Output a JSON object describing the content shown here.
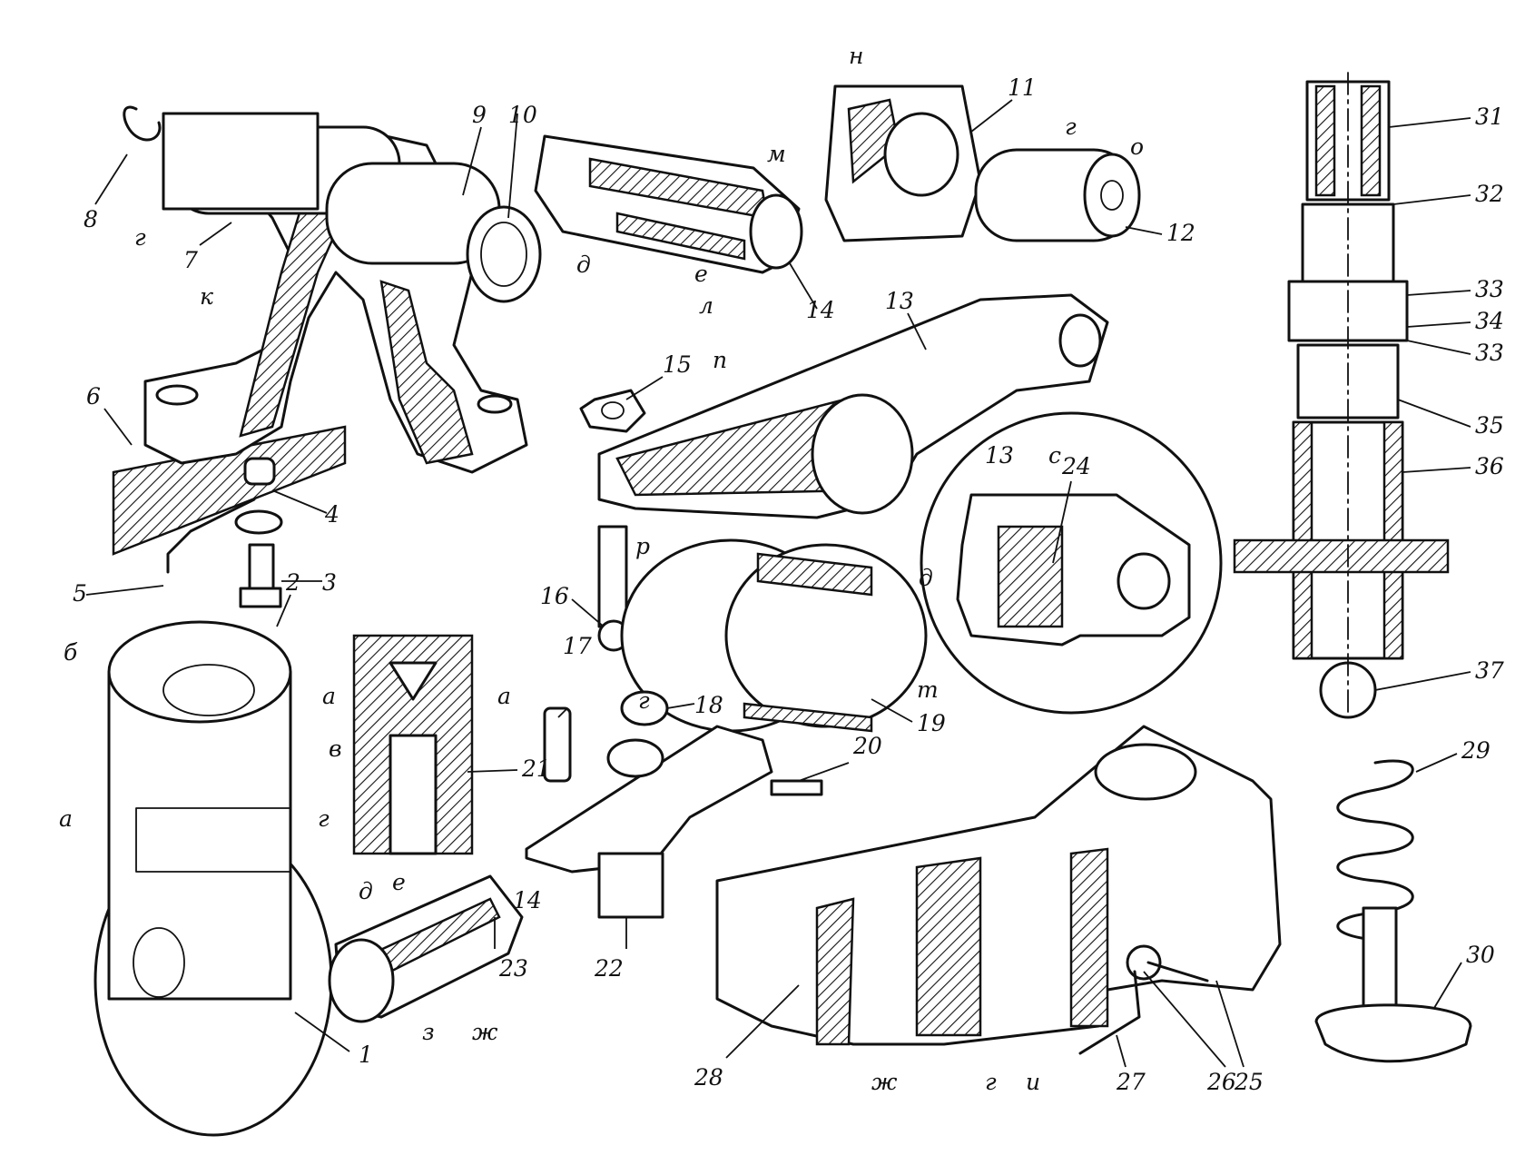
{
  "labels": {
    "n1": "1",
    "n2": "2",
    "n3": "3",
    "n4": "4",
    "n5": "5",
    "n6": "6",
    "n7": "7",
    "n8": "8",
    "n9": "9",
    "n10": "10",
    "n11": "11",
    "n12": "12",
    "n13": "13",
    "n13b": "13",
    "n14": "14",
    "n14b": "14",
    "n15": "15",
    "n16": "16",
    "n17": "17",
    "n18": "18",
    "n19": "19",
    "n20": "20",
    "n21": "21",
    "n22": "22",
    "n23": "23",
    "n24": "24",
    "n25": "25",
    "n26": "26",
    "n27": "27",
    "n28": "28",
    "n29": "29",
    "n30": "30",
    "n31": "31",
    "n32": "32",
    "n33": "33",
    "n33b": "33",
    "n34": "34",
    "n35": "35",
    "n36": "36",
    "n37": "37",
    "g_a": "г",
    "g_b": "г",
    "g_c": "г",
    "g_d": "г",
    "g_e": "г",
    "k": "к",
    "n_letter": "н",
    "m": "м",
    "o": "о",
    "d_a": "д",
    "d_b": "д",
    "d_c": "д",
    "e_a": "е",
    "e_b": "е",
    "l": "л",
    "p_letter": "п",
    "r": "р",
    "s": "с",
    "t": "т",
    "b": "б",
    "a_a": "а",
    "a_b": "а",
    "a_c": "а",
    "v": "в",
    "z": "з",
    "zh_a": "ж",
    "zh_b": "ж",
    "i": "и"
  }
}
